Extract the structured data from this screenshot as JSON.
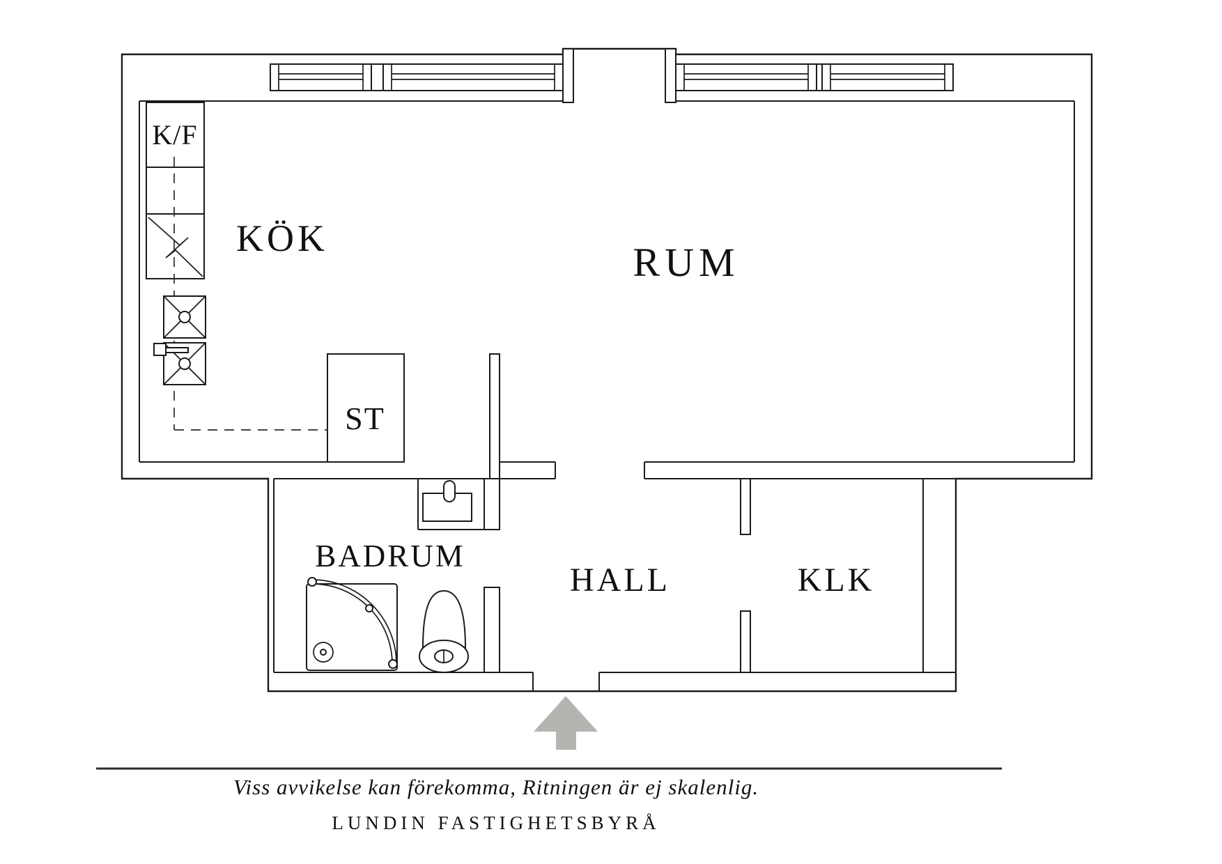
{
  "floorplan": {
    "rooms": {
      "kitchen": "KÖK",
      "room": "RUM",
      "bathroom": "BADRUM",
      "hall": "HALL",
      "closet": "KLK",
      "storage": "ST",
      "fridge_freezer": "K/F"
    },
    "footer": {
      "disclaimer": "Viss avvikelse kan förekomma, Ritningen är ej skalenlig.",
      "agency": "LUNDIN FASTIGHETSBYRÅ"
    },
    "colors": {
      "line": "#1a1a1a",
      "arrow": "#b4b4b1",
      "background": "#ffffff"
    }
  }
}
